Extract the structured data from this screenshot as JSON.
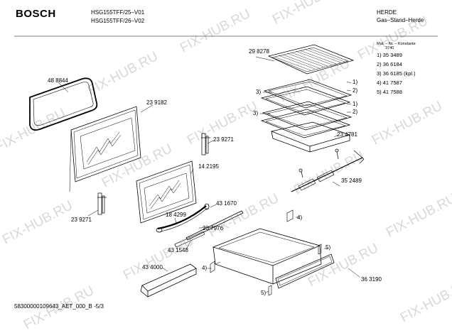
{
  "header": {
    "brand": "BOSCH",
    "model_1": "HSG155TFF/25–V01",
    "model_2": "HSG155TFF/26–V02",
    "category_1": "HERDE",
    "category_2": "Gas–Stand–Herde"
  },
  "legend": {
    "heading_1": "Mat. – Nr. – Konstante",
    "heading_2": "3740",
    "items": [
      "1) 35 3489",
      "2) 36 6184",
      "3) 36 6185 (kpl.)",
      "4) 41 7587",
      "5) 41 7588"
    ]
  },
  "parts": {
    "p298278": "29 8278",
    "p488844": "48 8844",
    "p239182": "23 9182",
    "p239271_top": "23 9271",
    "p142195": "14 2195",
    "p239271_left": "23 9271",
    "p184299": "18 4299",
    "p431670": "43 1670",
    "p237976": "23 7976",
    "p431548": "43 1548",
    "p434000": "43 4000",
    "p234781": "23 4781",
    "p352489": "35 2489",
    "p363190": "36 3190"
  },
  "callouts": {
    "r1a": "1)",
    "r2a": "2)",
    "r3a": "3)",
    "r1b": "1)",
    "r2b": "2)",
    "r3b": "3)",
    "r4a": "4)",
    "r4b": "4)",
    "r5a": "5)",
    "r5b": "5)"
  },
  "footer": {
    "doc_id": "58300000109643_AET_000_B",
    "page": "-5/3"
  },
  "watermark": {
    "text": "FIX-HUB.RU"
  }
}
